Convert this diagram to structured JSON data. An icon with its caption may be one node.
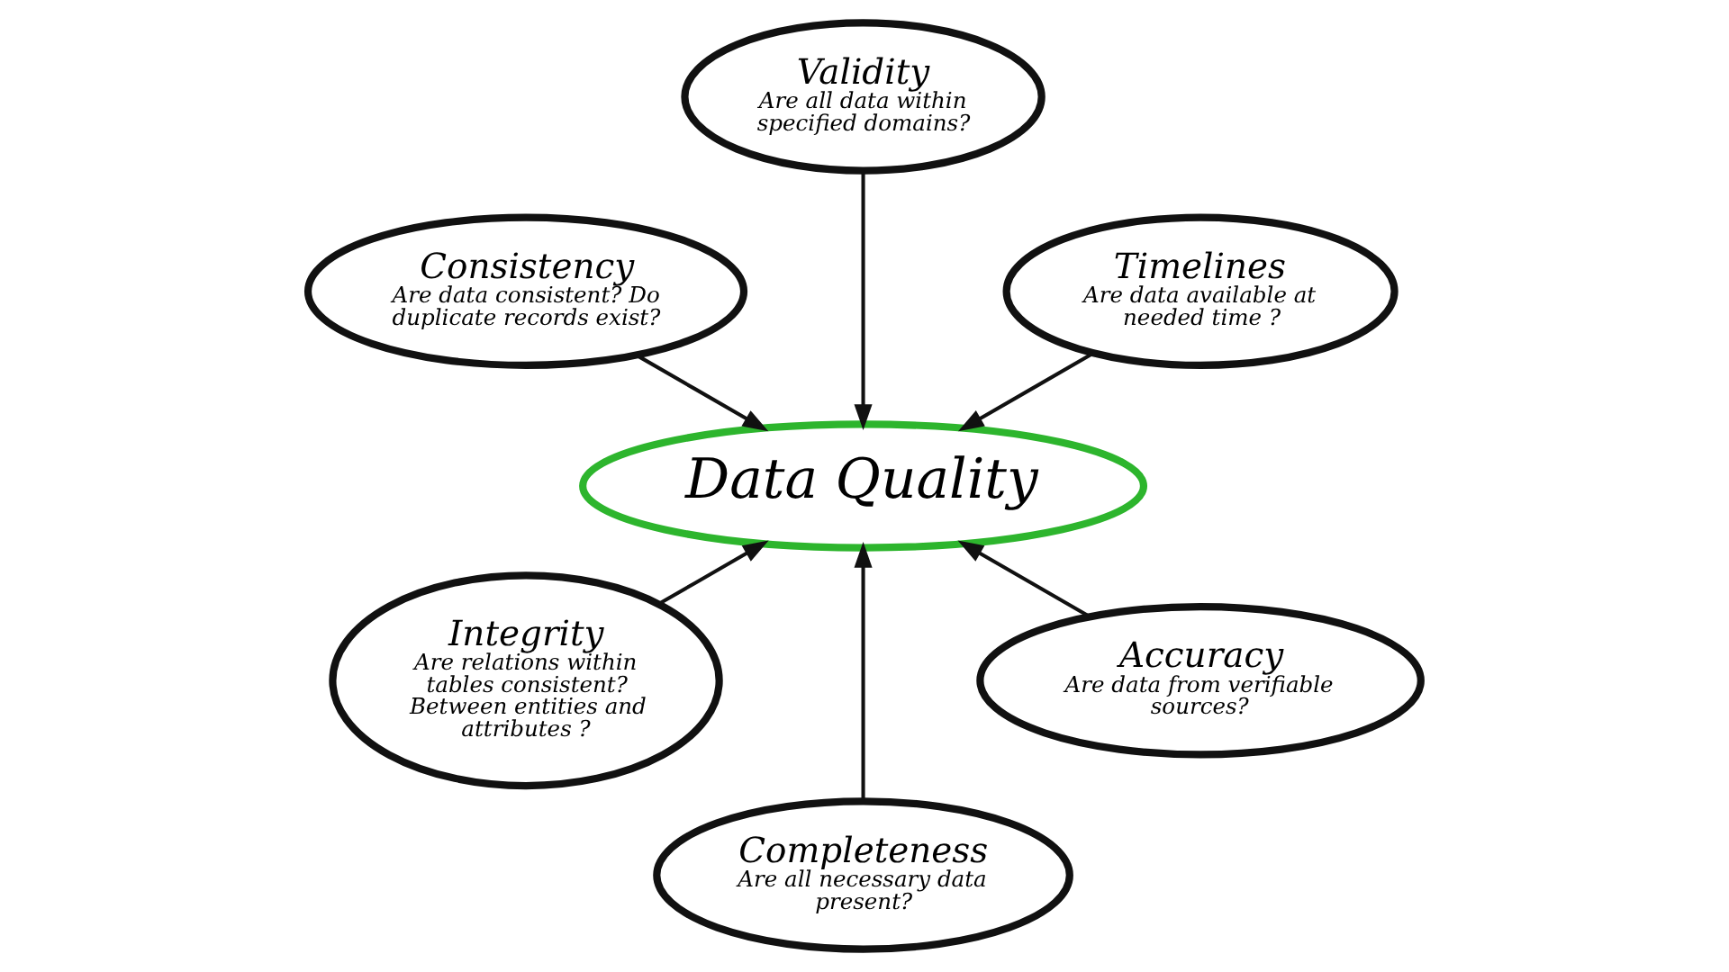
{
  "diagram": {
    "nodes": [
      {
        "text": [
          "Data Quality"
        ]
      },
      {
        "text": [
          "Timelines",
          "Are data available at needed time ?"
        ]
      },
      {
        "text": [
          "Validity",
          "Are all data within specified domains?"
        ]
      },
      {
        "text": [
          "Consistency",
          "Are data consistent? Do duplicate records exist?"
        ]
      },
      {
        "text": [
          "Integrity",
          "Are relations within tables consistent? Between entities and attributes ?"
        ]
      },
      {
        "text": [
          "Completeness",
          "Are all necessary data present?"
        ]
      },
      {
        "text": [
          "Accuracy",
          "Are data from verifiable sources?"
        ]
      }
    ],
    "edges": [
      {
        "from": 1,
        "to": 0,
        "arrow": "to"
      },
      {
        "from": 2,
        "to": 0,
        "arrow": "to"
      },
      {
        "from": 3,
        "to": 0,
        "arrow": "to"
      },
      {
        "from": 4,
        "to": 0,
        "arrow": "to"
      },
      {
        "from": 5,
        "to": 0,
        "arrow": "to"
      },
      {
        "from": 6,
        "to": 0,
        "arrow": "to"
      }
    ]
  }
}
